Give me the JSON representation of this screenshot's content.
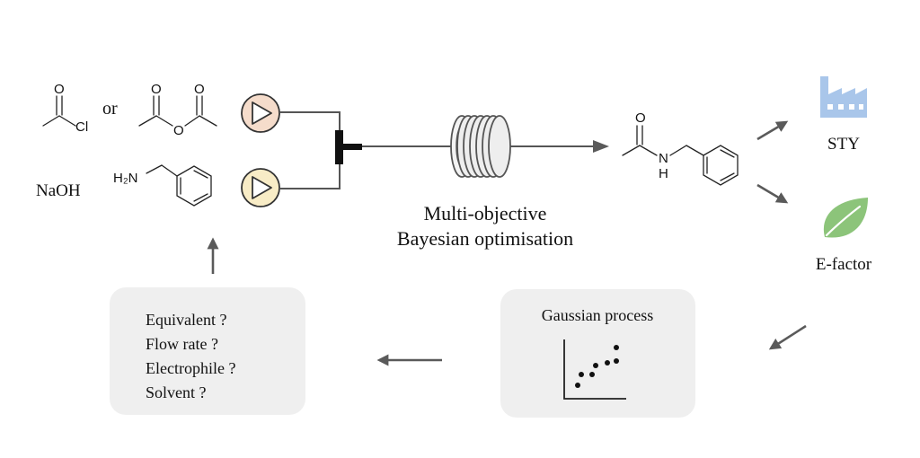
{
  "reagents": {
    "or_label": "or",
    "acid_chloride_cl": "Cl",
    "anhydride_o": "O",
    "carbonyl_o": "O",
    "base_label": "NaOH",
    "amine_label": "H₂N"
  },
  "product": {
    "carbonyl_o": "O",
    "amide_n": "N",
    "amide_h": "H"
  },
  "reactor": {
    "caption_line1": "Multi-objective",
    "caption_line2": "Bayesian optimisation"
  },
  "objectives": [
    {
      "label": "STY",
      "icon": "factory-icon",
      "color": "#a9c6ea"
    },
    {
      "label": "E-factor",
      "icon": "leaf-icon",
      "color": "#8cc47a"
    }
  ],
  "gp_panel": {
    "title": "Gaussian process"
  },
  "variables_panel": {
    "items": [
      "Equivalent ?",
      "Flow rate ?",
      "Electrophile ?",
      "Solvent ?"
    ]
  },
  "colors": {
    "pump_top": "#f5dccb",
    "pump_bottom": "#f8ecc6",
    "panel_bg": "#efefef",
    "arrow": "#5a5a5a"
  }
}
